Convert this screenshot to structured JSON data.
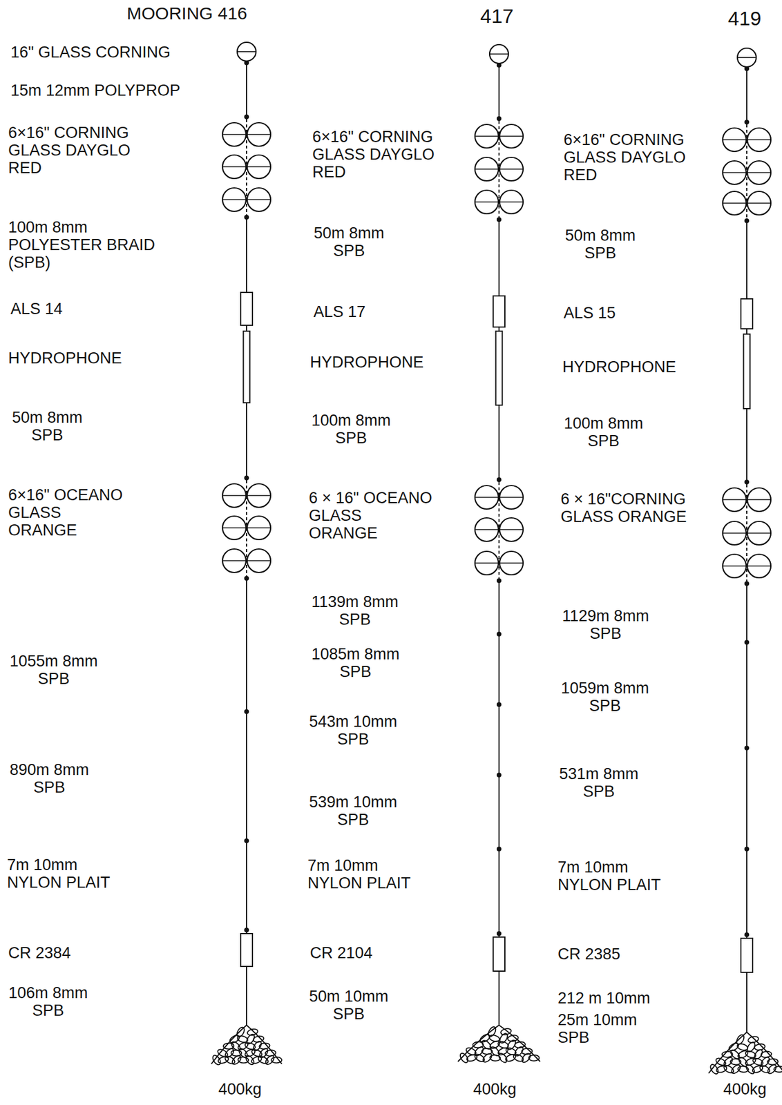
{
  "diagram": {
    "labels": [
      "MOORING 416",
      "16\" GLASS CORNING",
      "15m 12mm POLYPROP",
      "6×16\" CORNING GLASS DAYGLO RED",
      "100m 8mm POLYESTER BRAID (SPB)",
      "ALS 14",
      "HYDROPHONE",
      "50m 8mm SPB",
      "6×16\" OCEANO GLASS ORANGE",
      "1055m 8mm SPB",
      "890m 8mm SPB",
      "7m 10mm NYLON PLAIT",
      "CR 2384",
      "106m 8mm SPB",
      "400kg",
      "417",
      "6×16\" CORNING GLASS DAYGLO RED",
      "50m 8mm SPB",
      "ALS 17",
      "HYDROPHONE",
      "100m 8mm SPB",
      "6 × 16\" OCEANO GLASS ORANGE",
      "1139m 8mm SPB",
      "1085m 8mm SPB",
      "543m 10mm SPB",
      "539m 10mm SPB",
      "7m 10mm NYLON PLAIT",
      "CR 2104",
      "50m 10mm SPB",
      "400kg",
      "419",
      "6×16\" CORNING GLASS DAYGLO RED",
      "50m 8mm SPB",
      "ALS 15",
      "HYDROPHONE",
      "100m 8mm SPB",
      "6 × 16\"CORNING GLASS ORANGE",
      "1129m 8mm SPB",
      "1059m 8mm SPB",
      "531m 8mm SPB",
      "7m 10mm NYLON PLAIT",
      "CR 2385",
      "212 m 10mm",
      "25m 10mm SPB",
      "400kg"
    ]
  }
}
